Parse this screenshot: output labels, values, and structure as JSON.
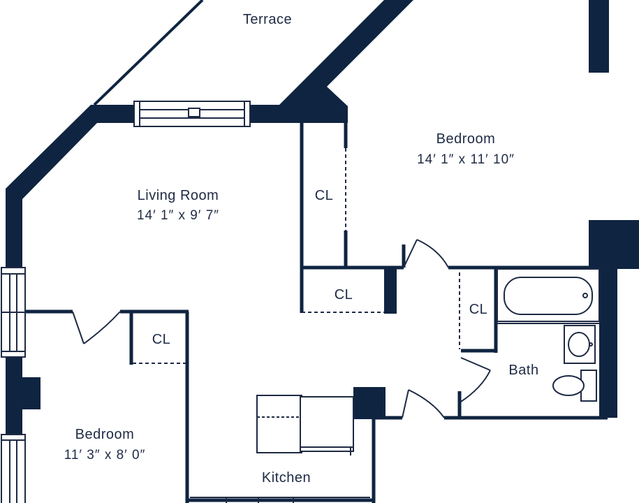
{
  "colors": {
    "wall": "#0f2440",
    "line": "#1e2a44",
    "background": "#ffffff"
  },
  "rooms": {
    "terrace": {
      "name": "Terrace"
    },
    "bedroom_main": {
      "name": "Bedroom",
      "dims": "14′ 1″ x 11′ 10″"
    },
    "living_room": {
      "name": "Living Room",
      "dims": "14′ 1″ x 9′ 7″"
    },
    "bedroom_second": {
      "name": "Bedroom",
      "dims": "11′ 3″ x 8′ 0″"
    },
    "kitchen": {
      "name": "Kitchen"
    },
    "bath": {
      "name": "Bath"
    }
  },
  "closets": {
    "cl_upper": "CL",
    "cl_middle": "CL",
    "cl_bath": "CL",
    "cl_bedroom": "CL"
  },
  "fixtures": [
    "bathtub-icon",
    "sink-icon",
    "toilet-icon",
    "stove-icon",
    "refrigerator-icon",
    "window-icon"
  ]
}
